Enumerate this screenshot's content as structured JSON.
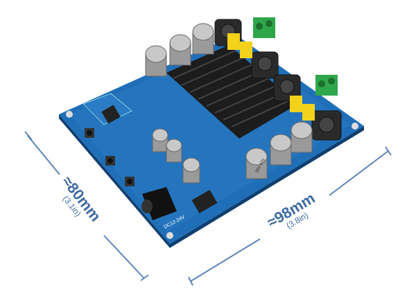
{
  "product": {
    "board_label": "DC12-24V",
    "capacitor_marking": "25V 470",
    "colors": {
      "pcb": "#1f6fb8",
      "heatsink": "#1c1c1c",
      "terminal": "#2fa64a",
      "dimension": "#3f6aa0"
    }
  },
  "dimensions": {
    "width": {
      "value": "≈80mm",
      "imperial": "(3.1in)"
    },
    "length": {
      "value": "≈98mm",
      "imperial": "(3.8in)"
    }
  }
}
